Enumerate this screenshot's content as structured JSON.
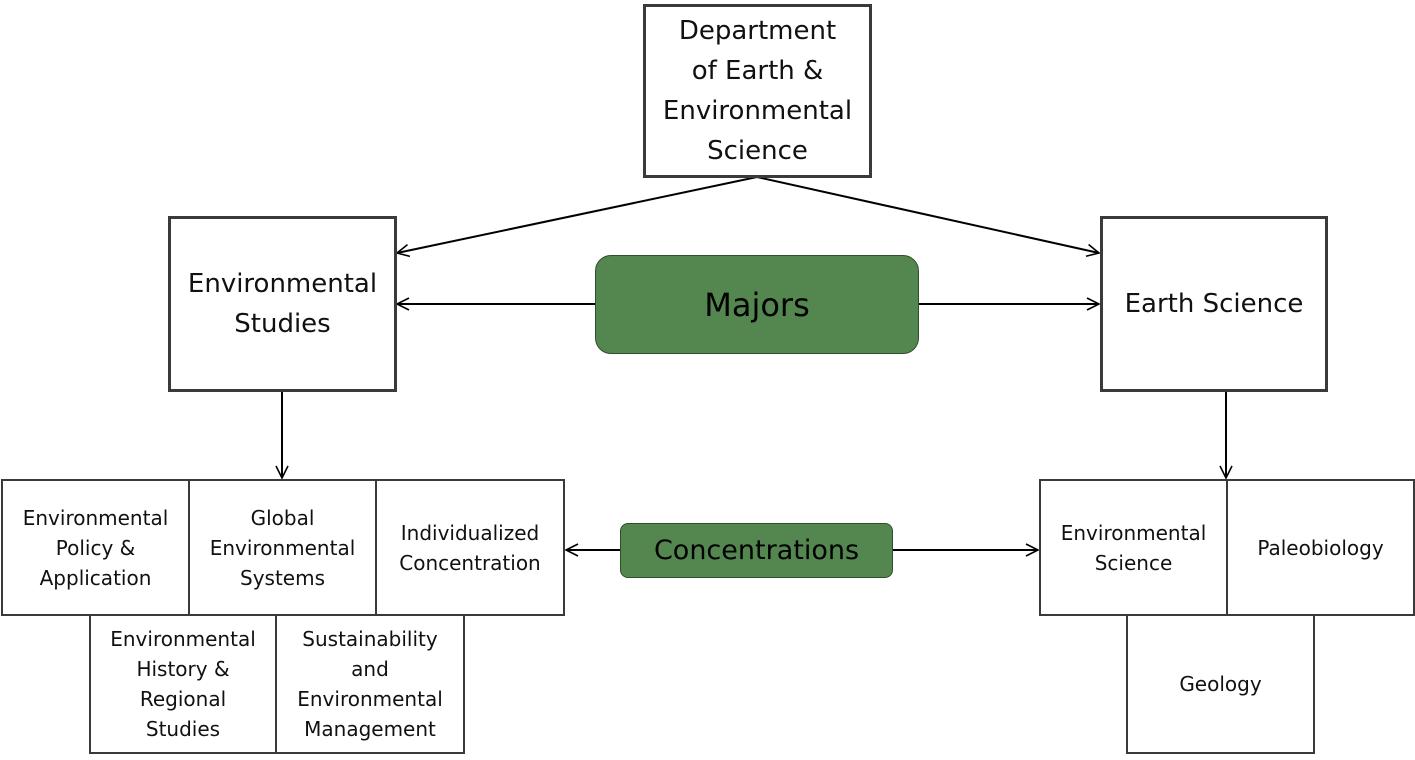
{
  "department": {
    "label": "Department\nof Earth &\nEnvironmental\nScience"
  },
  "majors": {
    "label": "Majors",
    "environmental_studies": "Environmental\nStudies",
    "earth_science": "Earth Science"
  },
  "concentrations": {
    "label": "Concentrations",
    "environmental_studies": [
      "Environmental\nPolicy &\nApplication",
      "Global\nEnvironmental\nSystems",
      "Individualized\nConcentration",
      "Environmental\nHistory &\nRegional\nStudies",
      "Sustainability\nand\nEnvironmental\nManagement"
    ],
    "earth_science": [
      "Environmental\nScience",
      "Paleobiology",
      "Geology"
    ]
  },
  "colors": {
    "label_fill": "#548650",
    "border": "#3a3a3a"
  }
}
